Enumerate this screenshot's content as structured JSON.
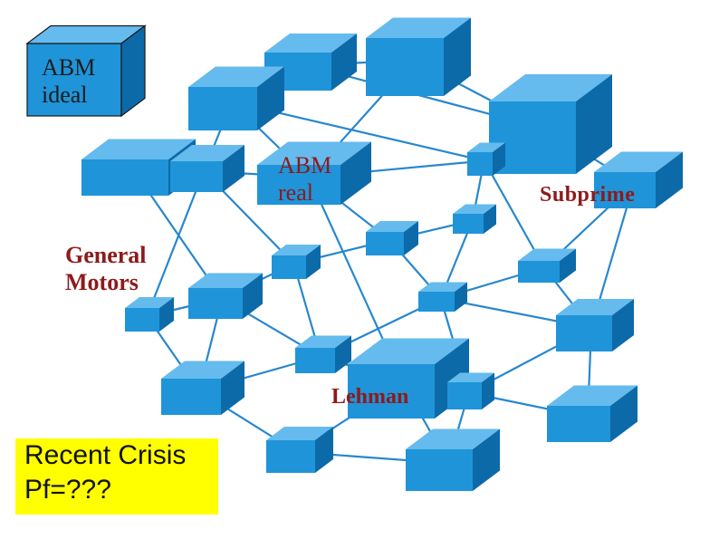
{
  "labels": {
    "abm_ideal_line1": "ABM",
    "abm_ideal_line2": "ideal",
    "abm_real_line1": "ABM",
    "abm_real_line2": "real",
    "subprime": "Subprime",
    "general_motors_line1": "General",
    "general_motors_line2": "Motors",
    "lehman": "Lehman"
  },
  "callout": {
    "line1": "Recent Crisis",
    "line2": "Pf=???"
  },
  "colors": {
    "cube_front": "#1f94d9",
    "cube_top": "#65bbee",
    "cube_side": "#0d6aa8",
    "edge": "#2787cf",
    "label": "#8e1a1a",
    "callout_bg": "#ffff00"
  }
}
